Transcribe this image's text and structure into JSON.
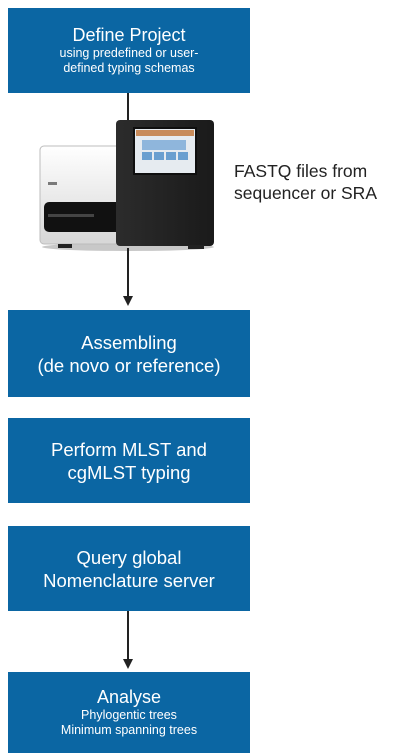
{
  "steps": {
    "define": {
      "title": "Define Project",
      "subtitle_lines": [
        "using predefined or user-",
        "defined typing schemas"
      ]
    },
    "assembling": {
      "lines": [
        "Assembling",
        "(de novo or reference)"
      ]
    },
    "mlst": {
      "lines": [
        "Perform MLST and",
        "cgMLST typing"
      ]
    },
    "query": {
      "lines": [
        "Query global",
        "Nomenclature server"
      ]
    },
    "analyse": {
      "title": "Analyse",
      "subtitle_lines": [
        "Phylogentic trees",
        "Minimum spanning trees"
      ]
    }
  },
  "sequencer": {
    "icon": "sequencer-icon",
    "label_lines": [
      "FASTQ files from",
      "sequencer or SRA"
    ]
  },
  "colors": {
    "box_fill": "#0b66a3",
    "box_text": "#ffffff",
    "connector": "#222222"
  }
}
